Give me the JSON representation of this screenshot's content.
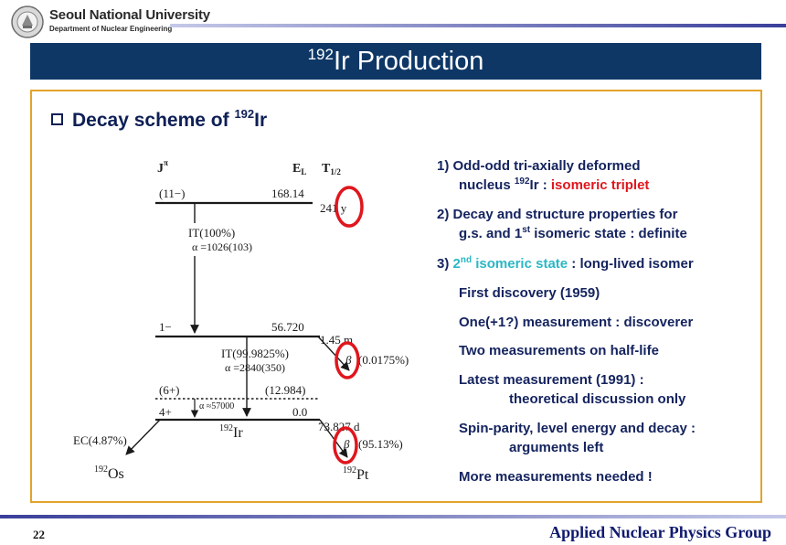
{
  "header": {
    "university": "Seoul National University",
    "department": "Department of Nuclear Engineering"
  },
  "title": {
    "mass": "192",
    "text": "Ir Production"
  },
  "heading": {
    "text": "Decay scheme of ",
    "mass": "192",
    "element": "Ir"
  },
  "scheme": {
    "col_j": "J",
    "col_j_sup": "π",
    "col_e": "E",
    "col_e_sub": "L",
    "col_t": "T",
    "col_t_sub": "1/2",
    "levels": [
      {
        "spin": "(11−)",
        "energy": "168.14",
        "halflife": "241 y"
      },
      {
        "spin": "1−",
        "energy": "56.720",
        "halflife": "1.45 m"
      },
      {
        "spin": "(6+)",
        "energy": "(12.984)",
        "halflife": ""
      },
      {
        "spin": "4+",
        "energy": "0.0",
        "halflife": "73.827 d"
      }
    ],
    "transitions": [
      {
        "label": "IT(100%)",
        "alpha": "α =1026(103)"
      },
      {
        "label": "IT(99.9825%)",
        "alpha": "α =2840(350)"
      },
      {
        "label": "",
        "alpha": "α ≈57000"
      },
      {
        "label": "β",
        "branch": "(0.0175%)"
      },
      {
        "label": "β",
        "branch": "(95.13%)"
      },
      {
        "label": "EC(4.87%)",
        "branch": ""
      }
    ],
    "nuclides": {
      "parent_mass": "192",
      "parent": "Ir",
      "left_mass": "192",
      "left": "Os",
      "right_mass": "192",
      "right": "Pt"
    },
    "highlight_color": "#e0161d"
  },
  "notes": {
    "n1_a": "1) Odd-odd tri-axially deformed",
    "n1_b_pre": "nucleus ",
    "n1_b_mass": "192",
    "n1_b_el": "Ir : ",
    "n1_b_red": "isomeric triplet",
    "n2_a": "2) Decay and structure properties for",
    "n2_b_pre": "g.s. and 1",
    "n2_b_sup": "st",
    "n2_b_post": " isomeric state : definite",
    "n3_pre": "3) ",
    "n3_cyan_a": "2",
    "n3_cyan_sup": "nd",
    "n3_cyan_b": " isomeric state",
    "n3_post": " : long-lived isomer",
    "s1": "First discovery (1959)",
    "s2": "One(+1?) measurement : discoverer",
    "s3": "Two measurements on half-life",
    "s4_a": "Latest measurement (1991) :",
    "s4_b": "theoretical discussion only",
    "s5_a": "Spin-parity, level energy and decay :",
    "s5_b": "arguments left",
    "s6": "More measurements needed !"
  },
  "footer": {
    "page": "22",
    "group": "Applied Nuclear Physics Group"
  },
  "colors": {
    "title_bar": "#0e3766",
    "frame": "#e3a32a",
    "text_navy": "#14235e",
    "red": "#e0161d",
    "cyan": "#2bb7c5"
  }
}
